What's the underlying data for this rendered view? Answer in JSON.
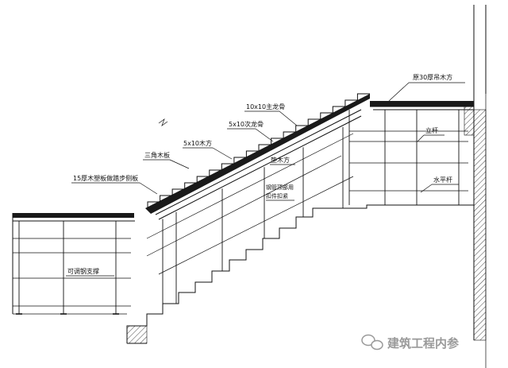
{
  "labels": {
    "top_beam": "原30厚吊木方",
    "main_keel": "10x10主龙骨",
    "secondary_keel": "5x10次龙骨",
    "wood_square": "5x10木方",
    "triangle_board": "三角木板",
    "side_board": "15厚木塑板做踏步侧板",
    "column_right": "立杆",
    "sleeper": "垫木方",
    "horizontal_bar": "水平杆",
    "steel_tube_note_1": "钢管顶部用",
    "steel_tube_note_2": "扣件扣紧",
    "adjustable_support": "可调钢支撑"
  },
  "watermark": "建筑工程内参",
  "watermark_icon": "wechat-icon"
}
